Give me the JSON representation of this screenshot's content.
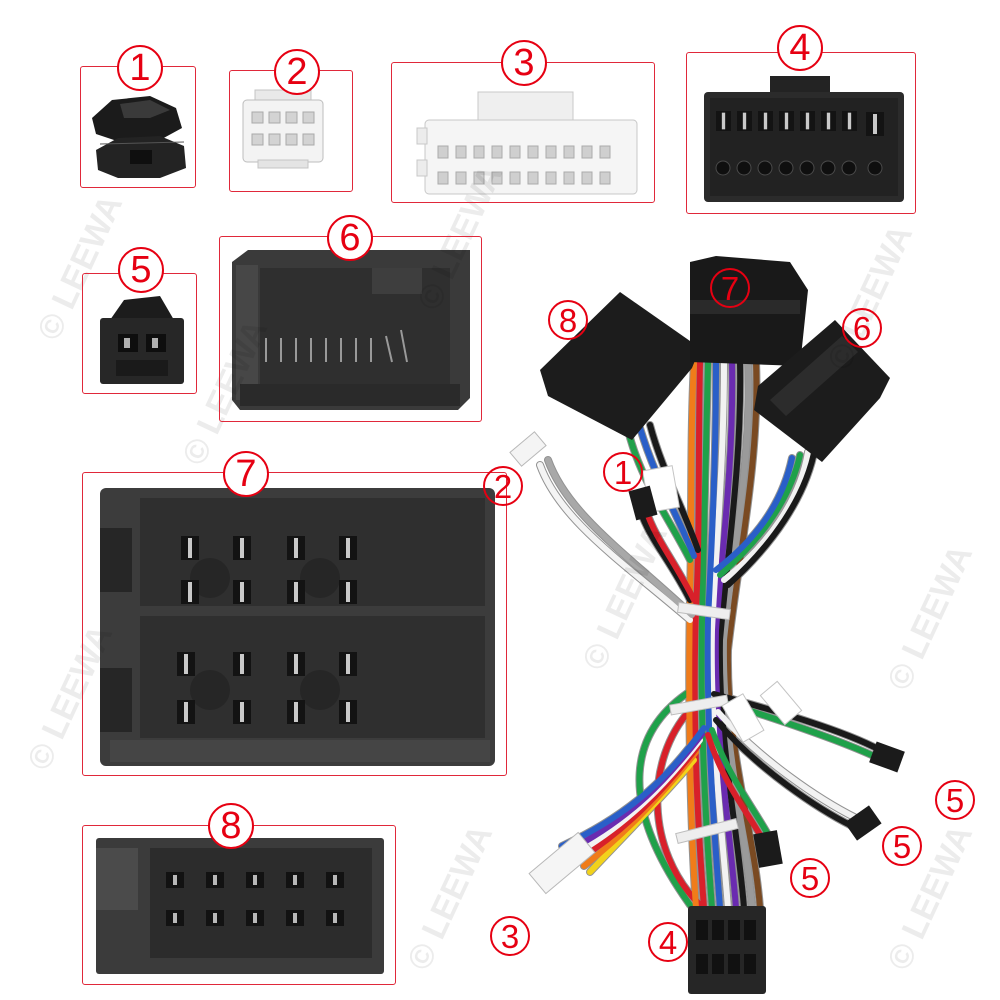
{
  "panels": [
    {
      "label": "1"
    },
    {
      "label": "2"
    },
    {
      "label": "3"
    },
    {
      "label": "4"
    },
    {
      "label": "5"
    },
    {
      "label": "6"
    },
    {
      "label": "7"
    },
    {
      "label": "8"
    }
  ],
  "harness_callouts": [
    {
      "label": "8"
    },
    {
      "label": "7"
    },
    {
      "label": "6"
    },
    {
      "label": "2"
    },
    {
      "label": "1"
    },
    {
      "label": "5"
    },
    {
      "label": "5"
    },
    {
      "label": "5"
    },
    {
      "label": "3"
    },
    {
      "label": "4"
    }
  ],
  "watermark": "© LEEWA",
  "colors": {
    "callout_red": "#e60012",
    "frame_red": "#e0283a",
    "background": "#ffffff"
  }
}
